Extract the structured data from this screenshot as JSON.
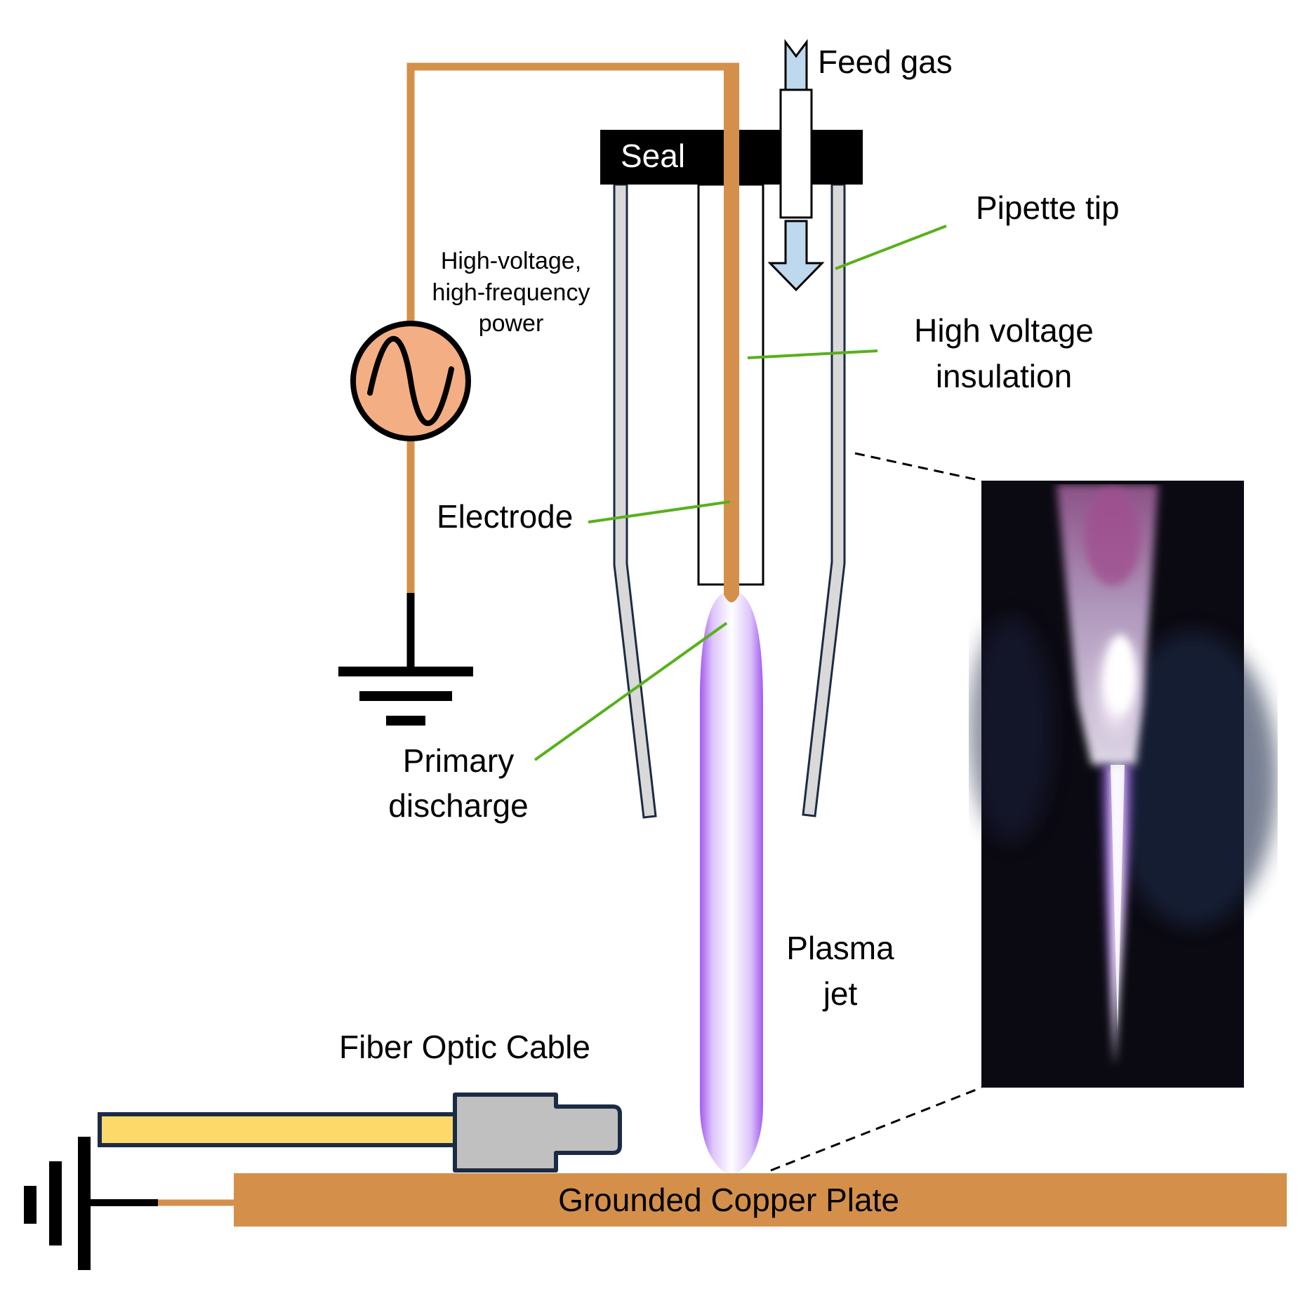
{
  "labels": {
    "feed_gas": "Feed gas",
    "seal": "Seal",
    "pipette_tip": "Pipette tip",
    "power_line1": "High-voltage,",
    "power_line2": "high-frequency",
    "power_line3": "power",
    "hv_insulation_line1": "High voltage",
    "hv_insulation_line2": "insulation",
    "electrode": "Electrode",
    "primary_discharge_line1": "Primary",
    "primary_discharge_line2": "discharge",
    "plasma_jet_line1": "Plasma",
    "plasma_jet_line2": "jet",
    "fiber_optic_cable": "Fiber Optic Cable",
    "grounded_copper_plate": "Grounded Copper Plate"
  },
  "colors": {
    "copper": "#D4904A",
    "leader_line": "#58B01C",
    "source_fill": "#F4AE84",
    "gas_arrow": "#BED8EE",
    "plasma": "#A35BEF",
    "fiber_core": "#FDD96A",
    "connector": "#C0C0C0",
    "outline_navy": "#1C2B44",
    "pipette": "#D9D9D9"
  },
  "icons": {
    "power_source": "ac-source-icon",
    "ground": "ground-symbol-icon",
    "gas_inlet": "arrow-down-icon"
  }
}
